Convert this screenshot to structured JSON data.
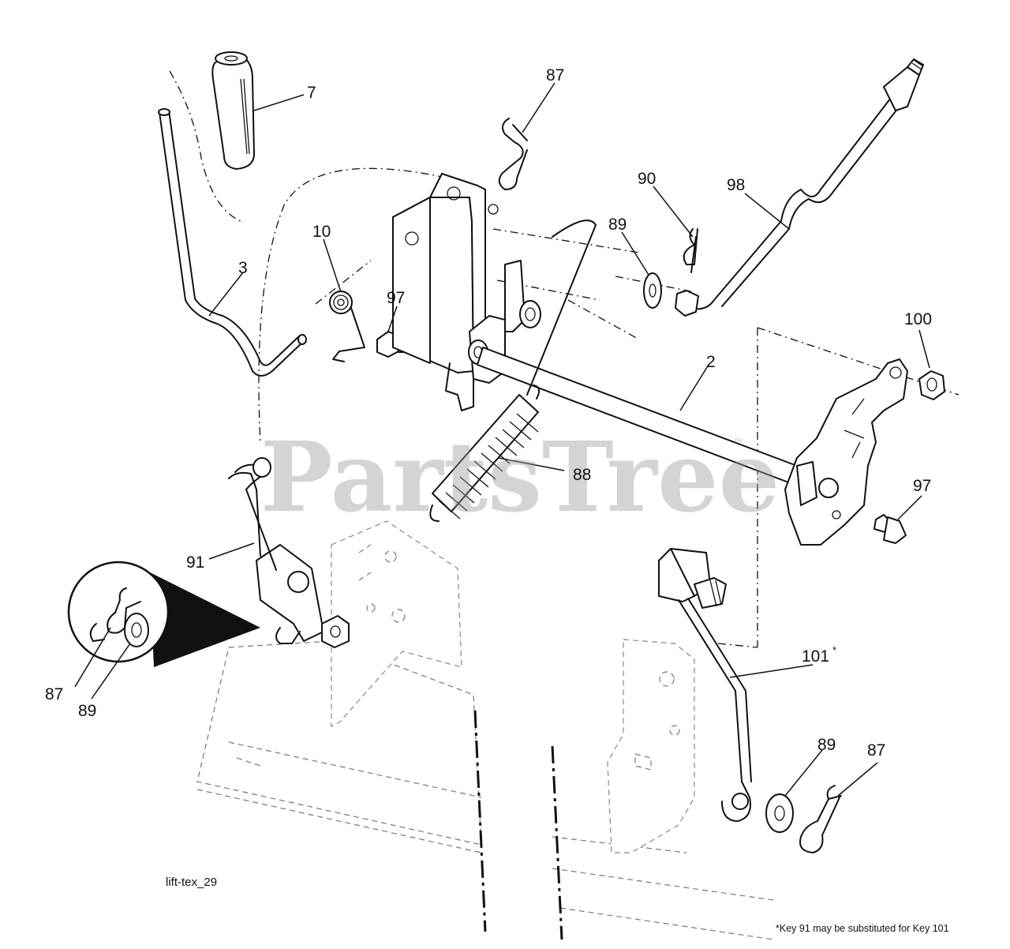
{
  "diagram": {
    "watermark": "PartsTree",
    "watermark_mark": "™",
    "figure_id": "lift-tex_29",
    "footnote": "*Key 91 may be substituted for Key 101",
    "callouts": {
      "k7": "7",
      "k3": "3",
      "k10": "10",
      "k97a": "97",
      "k87top": "87",
      "k90": "90",
      "k89top": "89",
      "k98": "98",
      "k100": "100",
      "k2": "2",
      "k88": "88",
      "k97b": "97",
      "k91": "91",
      "k87inset": "87",
      "k89inset": "89",
      "k101": "101",
      "k101_mark": "*",
      "k89bottom": "89",
      "k87bottom": "87"
    }
  }
}
